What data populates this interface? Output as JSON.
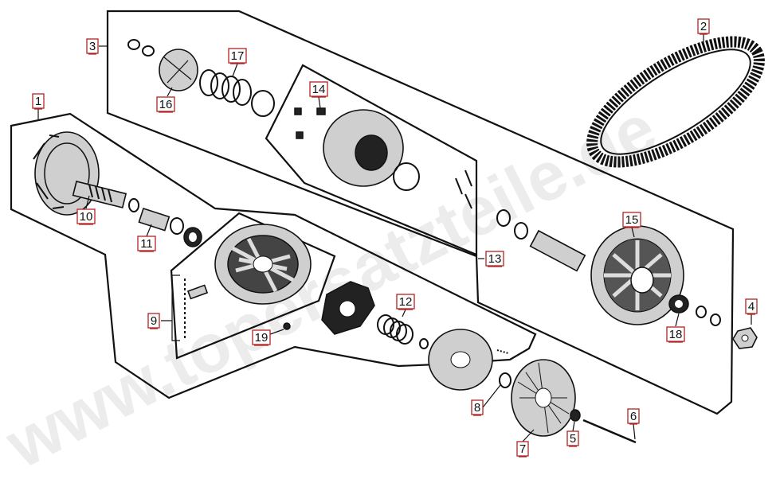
{
  "watermark": "www.topersatzteile.de",
  "callouts": [
    {
      "id": "callout-1",
      "text": "1"
    },
    {
      "id": "callout-2",
      "text": "2"
    },
    {
      "id": "callout-3",
      "text": "3"
    },
    {
      "id": "callout-4",
      "text": "4"
    },
    {
      "id": "callout-5",
      "text": "5"
    },
    {
      "id": "callout-6",
      "text": "6"
    },
    {
      "id": "callout-7",
      "text": "7"
    },
    {
      "id": "callout-8",
      "text": "8"
    },
    {
      "id": "callout-9",
      "text": "9"
    },
    {
      "id": "callout-10",
      "text": "10"
    },
    {
      "id": "callout-11",
      "text": "11"
    },
    {
      "id": "callout-12",
      "text": "12"
    },
    {
      "id": "callout-13",
      "text": "13"
    },
    {
      "id": "callout-14",
      "text": "14"
    },
    {
      "id": "callout-15",
      "text": "15"
    },
    {
      "id": "callout-16",
      "text": "16"
    },
    {
      "id": "callout-17",
      "text": "17"
    },
    {
      "id": "callout-18",
      "text": "18"
    },
    {
      "id": "callout-19",
      "text": "19"
    }
  ],
  "colors": {
    "label_border": "#b22222",
    "line": "#111111",
    "watermark": "#e6e6e6"
  }
}
